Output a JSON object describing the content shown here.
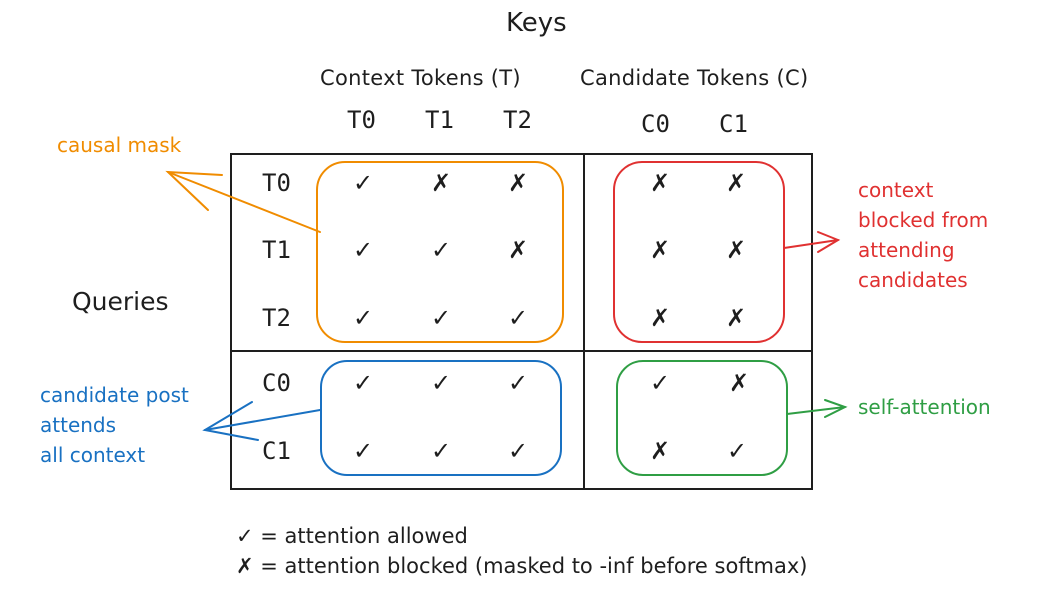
{
  "title": "Keys",
  "queries_label": "Queries",
  "groups": {
    "context": "Context Tokens (T)",
    "candidate": "Candidate Tokens (C)"
  },
  "col_headers": [
    "T0",
    "T1",
    "T2",
    "C0",
    "C1"
  ],
  "row_headers": [
    "T0",
    "T1",
    "T2",
    "C0",
    "C1"
  ],
  "cells": [
    [
      "✓",
      "✗",
      "✗",
      "✗",
      "✗"
    ],
    [
      "✓",
      "✓",
      "✗",
      "✗",
      "✗"
    ],
    [
      "✓",
      "✓",
      "✓",
      "✗",
      "✗"
    ],
    [
      "✓",
      "✓",
      "✓",
      "✓",
      "✗"
    ],
    [
      "✓",
      "✓",
      "✓",
      "✗",
      "✓"
    ]
  ],
  "annotations": {
    "causal": "causal mask",
    "context_blocked": "context\nblocked from\nattending\ncandidates",
    "candidate_post": "candidate post\nattends\nall context",
    "self_attention": "self-attention"
  },
  "legend": {
    "allowed": "✓ = attention allowed",
    "blocked": "✗ = attention blocked (masked to -inf before softmax)"
  },
  "colors": {
    "ink": "#1e1e1e",
    "causal": "#f08c00",
    "context_blocked": "#e03131",
    "candidate_post": "#1971c2",
    "self_attention": "#2f9e44"
  }
}
